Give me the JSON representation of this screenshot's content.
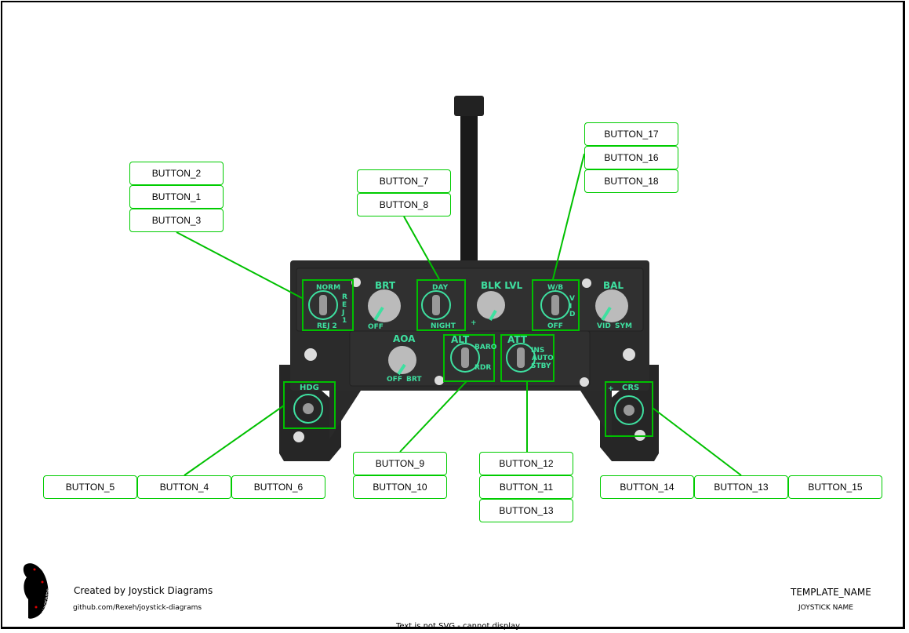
{
  "labels": [
    {
      "id": "BUTTON_2",
      "text": "BUTTON_2"
    },
    {
      "id": "BUTTON_1",
      "text": "BUTTON_1"
    },
    {
      "id": "BUTTON_3",
      "text": "BUTTON_3"
    },
    {
      "id": "BUTTON_7",
      "text": "BUTTON_7"
    },
    {
      "id": "BUTTON_8",
      "text": "BUTTON_8"
    },
    {
      "id": "BUTTON_17",
      "text": "BUTTON_17"
    },
    {
      "id": "BUTTON_16",
      "text": "BUTTON_16"
    },
    {
      "id": "BUTTON_18",
      "text": "BUTTON_18"
    },
    {
      "id": "BUTTON_5",
      "text": "BUTTON_5"
    },
    {
      "id": "BUTTON_4",
      "text": "BUTTON_4"
    },
    {
      "id": "BUTTON_6",
      "text": "BUTTON_6"
    },
    {
      "id": "BUTTON_9",
      "text": "BUTTON_9"
    },
    {
      "id": "BUTTON_10",
      "text": "BUTTON_10"
    },
    {
      "id": "BUTTON_12",
      "text": "BUTTON_12"
    },
    {
      "id": "BUTTON_11",
      "text": "BUTTON_11"
    },
    {
      "id": "BUTTON_13a",
      "text": "BUTTON_13"
    },
    {
      "id": "BUTTON_14",
      "text": "BUTTON_14"
    },
    {
      "id": "BUTTON_13b",
      "text": "BUTTON_13"
    },
    {
      "id": "BUTTON_15",
      "text": "BUTTON_15"
    }
  ],
  "panel": {
    "norm": "NORM",
    "rej2": "REJ 2",
    "rej1": "REJ1",
    "brt": "BRT",
    "brt_off": "OFF",
    "day": "DAY",
    "night": "NIGHT",
    "blk_lvl": "BLK LVL",
    "plus": "+",
    "wb": "W/B",
    "vid_v": "VID",
    "wb_off": "OFF",
    "bal": "BAL",
    "bal_vid": "VID",
    "bal_sym": "SYM",
    "aoa": "AOA",
    "aoa_off": "OFF",
    "aoa_brt": "BRT",
    "alt": "ALT",
    "baro": "BARO",
    "rdr": "RDR",
    "att": "ATT",
    "ins": "INS",
    "auto": "AUTO",
    "stby": "STBY",
    "hdg": "HDG",
    "crs": "CRS",
    "crs_plus": "+"
  },
  "colors": {
    "highlight": "#00c000",
    "label_border": "#00cc00",
    "panel": "#2b2b2b",
    "legend_text": "#3ee0a0"
  },
  "footer": {
    "created_by": "Created by Joystick Diagrams",
    "url": "github.com/Rexeh/joystick-diagrams",
    "template_name": "TEMPLATE_NAME",
    "joystick_name": "JOYSTICK NAME",
    "svg_notice": "Text is not SVG - cannot display",
    "logo_text": "Diagrams"
  }
}
